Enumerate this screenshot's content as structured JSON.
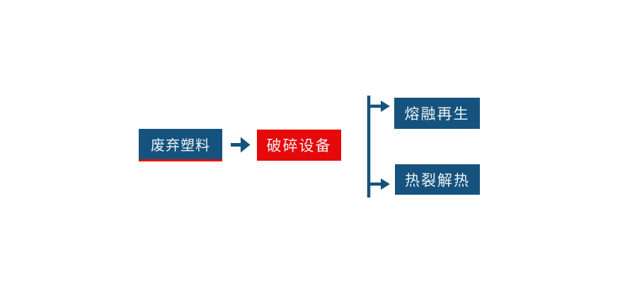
{
  "flowchart": {
    "source_node": {
      "label": "废弃塑料"
    },
    "process_node": {
      "label": "破碎设备"
    },
    "output_nodes": [
      {
        "label": "熔融再生"
      },
      {
        "label": "热裂解热"
      }
    ],
    "colors": {
      "node_blue": "#15537e",
      "node_red": "#e60909",
      "underline_red": "#e60909",
      "arrow_blue": "#15537e",
      "text": "#eef2f5",
      "background": "#ffffff"
    }
  }
}
